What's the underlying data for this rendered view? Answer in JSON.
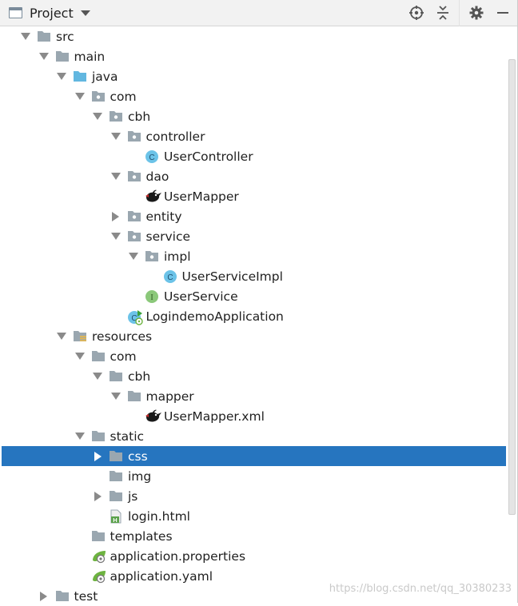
{
  "header": {
    "title": "Project",
    "icons": [
      "panel-icon",
      "locate-target-icon",
      "collapse-all-icon",
      "gear-icon",
      "minimize-icon"
    ]
  },
  "tree": [
    {
      "label": "src",
      "icon": "folder-icon",
      "expanded": true
    },
    {
      "label": "main",
      "icon": "folder-icon",
      "expanded": true
    },
    {
      "label": "java",
      "icon": "source-folder-icon",
      "expanded": true
    },
    {
      "label": "com",
      "icon": "package-icon",
      "expanded": true
    },
    {
      "label": "cbh",
      "icon": "package-icon",
      "expanded": true
    },
    {
      "label": "controller",
      "icon": "package-icon",
      "expanded": true
    },
    {
      "label": "UserController",
      "icon": "class-icon"
    },
    {
      "label": "dao",
      "icon": "package-icon",
      "expanded": true
    },
    {
      "label": "UserMapper",
      "icon": "mybatis-bird-icon"
    },
    {
      "label": "entity",
      "icon": "package-icon",
      "expanded": false
    },
    {
      "label": "service",
      "icon": "package-icon",
      "expanded": true
    },
    {
      "label": "impl",
      "icon": "package-icon",
      "expanded": true
    },
    {
      "label": "UserServiceImpl",
      "icon": "class-icon"
    },
    {
      "label": "UserService",
      "icon": "interface-icon"
    },
    {
      "label": "LogindemoApplication",
      "icon": "spring-app-class-icon"
    },
    {
      "label": "resources",
      "icon": "resources-folder-icon",
      "expanded": true
    },
    {
      "label": "com",
      "icon": "folder-icon",
      "expanded": true
    },
    {
      "label": "cbh",
      "icon": "folder-icon",
      "expanded": true
    },
    {
      "label": "mapper",
      "icon": "folder-icon",
      "expanded": true
    },
    {
      "label": "UserMapper.xml",
      "icon": "mybatis-bird-icon"
    },
    {
      "label": "static",
      "icon": "folder-icon",
      "expanded": true
    },
    {
      "label": "css",
      "icon": "folder-icon",
      "expanded": false,
      "selected": true
    },
    {
      "label": "img",
      "icon": "folder-icon"
    },
    {
      "label": "js",
      "icon": "folder-icon",
      "expanded": false
    },
    {
      "label": "login.html",
      "icon": "html-file-icon"
    },
    {
      "label": "templates",
      "icon": "folder-icon"
    },
    {
      "label": "application.properties",
      "icon": "spring-config-icon"
    },
    {
      "label": "application.yaml",
      "icon": "spring-config-icon"
    },
    {
      "label": "test",
      "icon": "folder-icon",
      "expanded": false
    }
  ],
  "watermark": "https://blog.csdn.net/qq_30380233",
  "colors": {
    "selection": "#2675bf",
    "header_bg": "#f2f2f2",
    "folder": "#9aa7b0",
    "source_folder": "#62b7e0",
    "class": "#6cc3e8",
    "interface": "#8bc87a",
    "spring": "#6db33f"
  }
}
